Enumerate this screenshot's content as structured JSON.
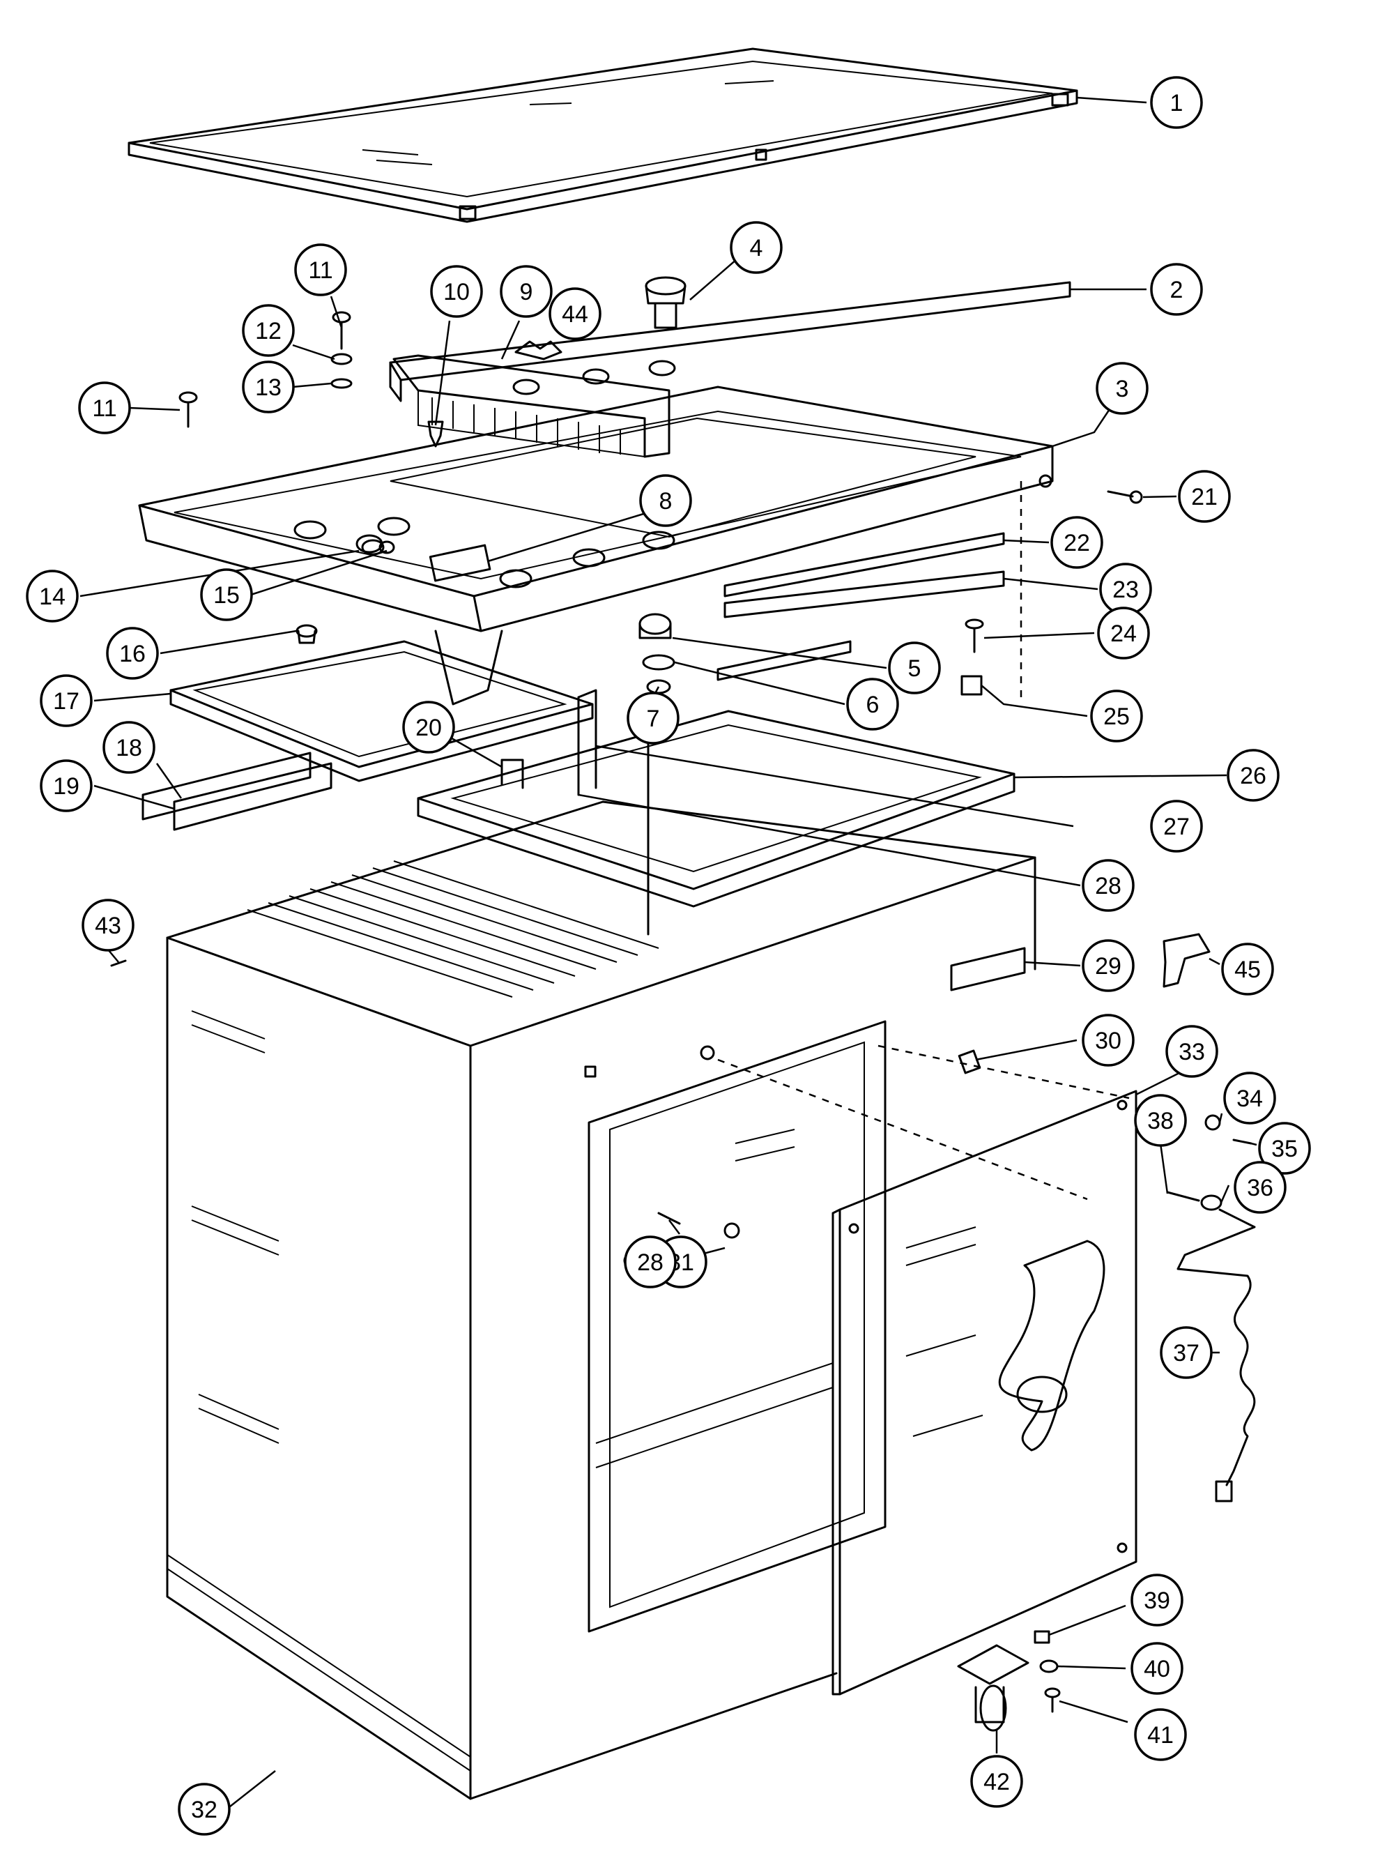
{
  "diagram": {
    "callouts": [
      {
        "label": "1"
      },
      {
        "label": "2"
      },
      {
        "label": "3"
      },
      {
        "label": "4"
      },
      {
        "label": "5"
      },
      {
        "label": "6"
      },
      {
        "label": "7"
      },
      {
        "label": "8"
      },
      {
        "label": "9"
      },
      {
        "label": "10"
      },
      {
        "label": "11"
      },
      {
        "label": "12"
      },
      {
        "label": "13"
      },
      {
        "label": "11"
      },
      {
        "label": "14"
      },
      {
        "label": "15"
      },
      {
        "label": "16"
      },
      {
        "label": "17"
      },
      {
        "label": "18"
      },
      {
        "label": "19"
      },
      {
        "label": "20"
      },
      {
        "label": "21"
      },
      {
        "label": "22"
      },
      {
        "label": "23"
      },
      {
        "label": "24"
      },
      {
        "label": "25"
      },
      {
        "label": "26"
      },
      {
        "label": "27"
      },
      {
        "label": "28"
      },
      {
        "label": "29"
      },
      {
        "label": "30"
      },
      {
        "label": "31"
      },
      {
        "label": "28"
      },
      {
        "label": "32"
      },
      {
        "label": "33"
      },
      {
        "label": "34"
      },
      {
        "label": "35"
      },
      {
        "label": "36"
      },
      {
        "label": "37"
      },
      {
        "label": "38"
      },
      {
        "label": "39"
      },
      {
        "label": "40"
      },
      {
        "label": "41"
      },
      {
        "label": "42"
      },
      {
        "label": "43"
      },
      {
        "label": "44"
      },
      {
        "label": "45"
      }
    ]
  }
}
